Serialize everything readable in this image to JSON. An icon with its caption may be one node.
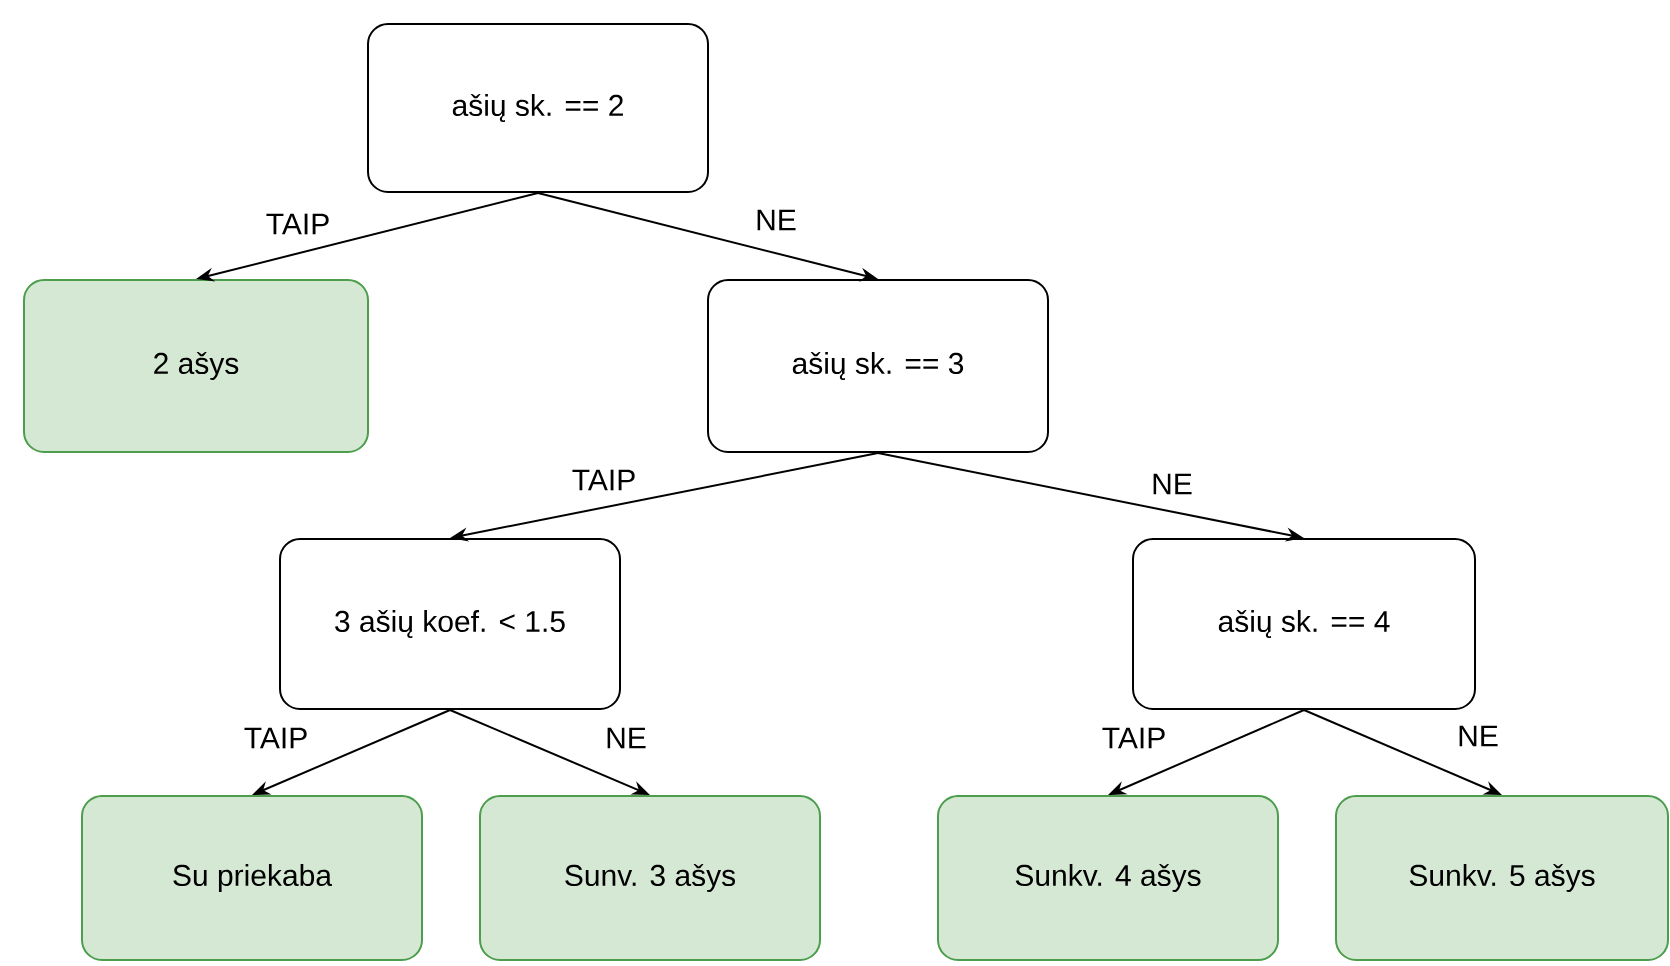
{
  "diagram": {
    "nodes": [
      {
        "text": [
          "ašių sk. == 2"
        ]
      },
      {
        "text": [
          "2 ašys"
        ]
      },
      {
        "text": [
          "ašių sk. == 3"
        ]
      },
      {
        "text": [
          "3 ašių koef. < 1.5"
        ]
      },
      {
        "text": [
          "ašių sk. == 4"
        ]
      },
      {
        "text": [
          "Su priekaba"
        ]
      },
      {
        "text": [
          "Sunv. 3 ašys"
        ]
      },
      {
        "text": [
          "Sunkv. 4 ašys"
        ]
      },
      {
        "text": [
          "Sunkv. 5 ašys"
        ]
      }
    ],
    "edges": [
      {
        "from": 0,
        "to": 1,
        "arrow": "to",
        "label": "TAIP"
      },
      {
        "from": 0,
        "to": 2,
        "arrow": "to",
        "label": "NE"
      },
      {
        "from": 2,
        "to": 3,
        "arrow": "to",
        "label": "TAIP"
      },
      {
        "from": 2,
        "to": 4,
        "arrow": "to",
        "label": "NE"
      },
      {
        "from": 3,
        "to": 5,
        "arrow": "to",
        "label": "TAIP"
      },
      {
        "from": 3,
        "to": 6,
        "arrow": "to",
        "label": "NE"
      },
      {
        "from": 4,
        "to": 7,
        "arrow": "to",
        "label": "TAIP"
      },
      {
        "from": 4,
        "to": 8,
        "arrow": "to",
        "label": "NE"
      }
    ]
  }
}
